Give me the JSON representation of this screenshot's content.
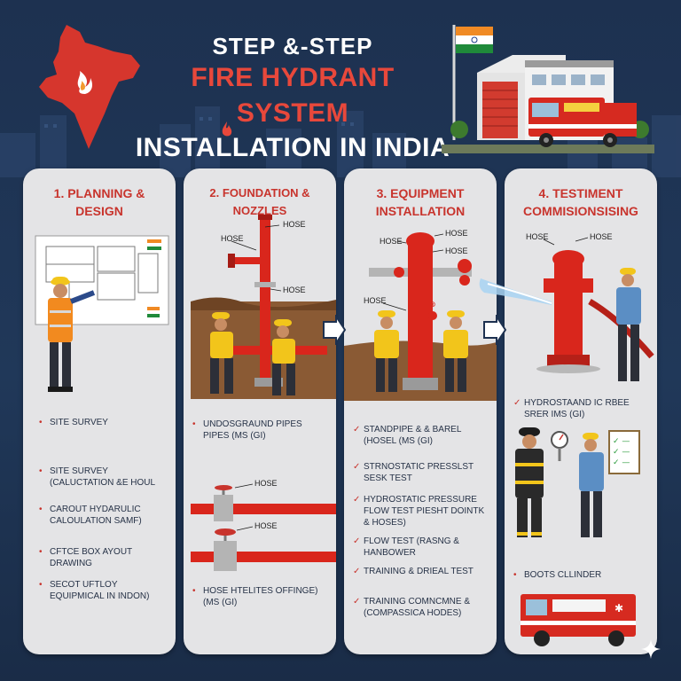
{
  "header": {
    "line1": "STEP &-STEP",
    "line2": "FIRE HYDRANT SYSTEM",
    "line3": "INSTALLATION IN INDIA"
  },
  "colors": {
    "background": "#1d3150",
    "accent_red": "#c8342d",
    "panel": "#e4e4e6",
    "hose_red": "#d9261c"
  },
  "panels": [
    {
      "title": "1. PLANNING & DESIGN",
      "bullets": [
        "SITE SURVEY",
        "SITE SURVEY (CALUCTATION &E HOUL",
        "CAROUT HYDARULIC CALOULATION SAMF)",
        "CFTCE BOX AYOUT DRAWING",
        "SECOT UFTLOY EQUIPMICAL IN INDON)"
      ]
    },
    {
      "title": "2. FOUNDATION & NOZZLES",
      "labels": [
        "HOSE",
        "HOSE",
        "HOSE",
        "HOSE",
        "HOSE"
      ],
      "bullets": [
        "UNDOSGRAUND PIPES PIPES (MS (GI)",
        "HOSE HTELITES OFFINGE) (MS (GI)"
      ]
    },
    {
      "title": "3. EQUIPMENT INSTALLATION",
      "labels": [
        "HOSE",
        "HOSE",
        "HOSE",
        "HOSE"
      ],
      "bullets": [
        "STANDPIPE & & BAREL (HOSEL (MS (GI)",
        "STRNOSTATIC PRESSLST SESK TEST",
        "HYDROSTATIC PRESSURE FLOW TEST PIESHT DOINTK & HOSES)",
        "FLOW TEST (RASNG & HANBOWER",
        "TRAINING & DRIEAL TEST",
        "TRAINING COMNCMNE & (COMPASSICA HODES)"
      ]
    },
    {
      "title": "4. TESTIMENT COMMISIONSISING",
      "labels": [
        "HOSE",
        "HOSE"
      ],
      "bullets": [
        "HYDROSTAAND IC RBEE SRER IMS (GI)",
        "BOOTS CLLINDER"
      ]
    }
  ],
  "icons": {
    "map": "india-map-icon",
    "station": "fire-station-icon",
    "flag": "india-flag-icon",
    "arrow": "arrow-right-icon",
    "sparkle": "sparkle-icon"
  }
}
